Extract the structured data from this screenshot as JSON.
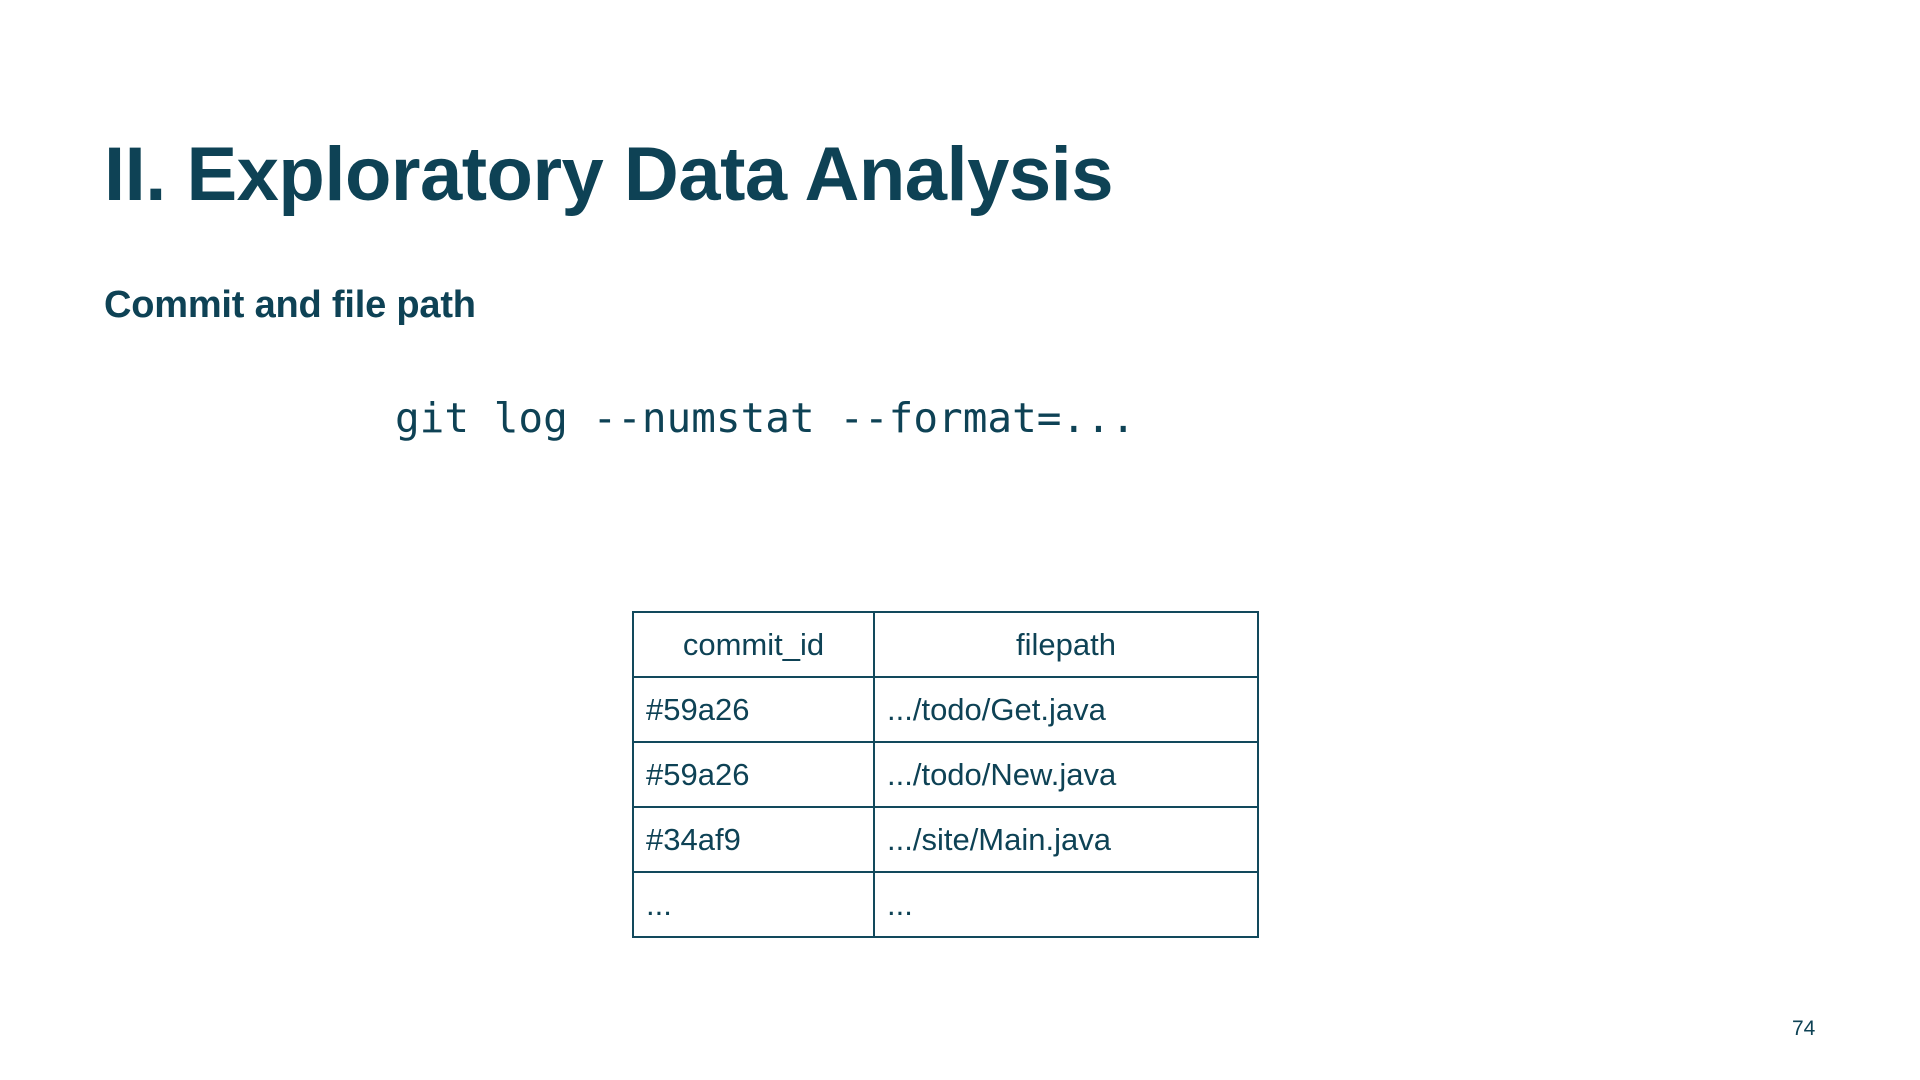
{
  "slide": {
    "title": "II. Exploratory Data Analysis",
    "subtitle": "Commit and file path",
    "command": "git log --numstat --format=...",
    "page_number": "74",
    "accent_color": "#0e4255",
    "background_color": "#ffffff",
    "border_color": "#12495c"
  },
  "table": {
    "columns": [
      "commit_id",
      "filepath"
    ],
    "rows": [
      {
        "commit_id": "#59a26",
        "filepath": ".../todo/Get.java"
      },
      {
        "commit_id": "#59a26",
        "filepath": ".../todo/New.java"
      },
      {
        "commit_id": "#34af9",
        "filepath": ".../site/Main.java"
      },
      {
        "commit_id": "...",
        "filepath": "..."
      }
    ]
  }
}
